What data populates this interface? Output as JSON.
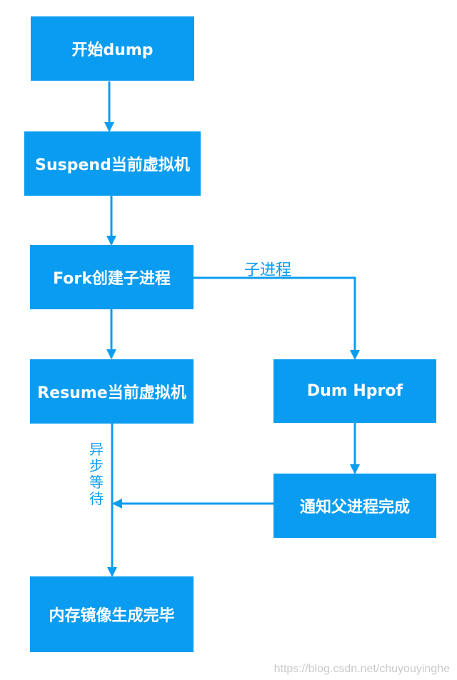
{
  "nodes": {
    "start_dump": "开始dump",
    "suspend_vm": "Suspend当前虚拟机",
    "fork_child": "Fork创建子进程",
    "resume_vm": "Resume当前虚拟机",
    "dump_hprof": "Dum Hprof",
    "notify_parent": "通知父进程完成",
    "mirror_done": "内存镜像生成完毕"
  },
  "edge_labels": {
    "child_process": "子进程",
    "async_wait": "异步等待"
  },
  "watermark": "https://blog.csdn.net/chuyouyinghe",
  "colors": {
    "box_fill": "#0a9cf0",
    "arrow": "#0a9cf0",
    "box_text": "#ffffff"
  }
}
